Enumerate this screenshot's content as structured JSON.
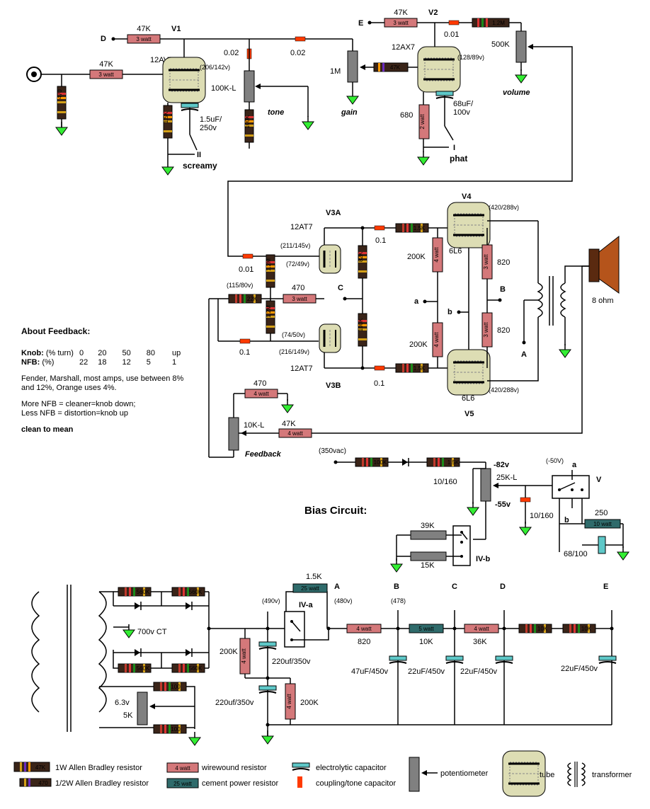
{
  "inputs": {
    "D": "D",
    "E": "E"
  },
  "tubes": {
    "V1": {
      "name": "V1",
      "type": "12AV7",
      "voltage": "(206/142v)"
    },
    "V2": {
      "name": "V2",
      "type": "12AX7",
      "voltage": "(128/89v)"
    },
    "V3A": {
      "name": "V3A",
      "type": "12AT7",
      "v1": "(211/145v)",
      "v2": "(72/49v)"
    },
    "V3B": {
      "name": "V3B",
      "type": "12AT7",
      "v1": "(74/50v)",
      "v2": "(216/149v)"
    },
    "V4": {
      "name": "V4",
      "type": "6L6",
      "voltage": "(420/288v)"
    },
    "V5": {
      "name": "V5",
      "type": "6L6",
      "voltage": "(420/288v)"
    }
  },
  "preamp": {
    "r_47k_d": "47K",
    "r_47k_d_tag": "3 watt",
    "r_47k_in": "47K",
    "r_47k_in_tag": "3 watt",
    "r_470": "470",
    "r_1_5k": "1.5K",
    "cap_15uf": "1.5uF/\n250v",
    "switch_ii": "II",
    "screamy": "screamy",
    "cap_002a": "0.02",
    "cap_002b": "0.02",
    "pot_100kl": "100K-L",
    "r_100k": "100K",
    "tone": "tone",
    "pot_1m": "1M",
    "gain": "gain",
    "r_47k_e": "47K",
    "r_47k_e_tag": "3 watt",
    "cap_001": "0.01",
    "r_1_2m": "1.2M",
    "pot_500k": "500K",
    "volume": "volume",
    "r_47k_small": "47K",
    "r_680": "680",
    "r_680_tag": "2 watt",
    "cap_68uf": "68uF/\n100v",
    "switch_i": "I",
    "phat": "phat"
  },
  "phase_inverter": {
    "cap_001": "0.01",
    "r_1_2m_a": "1.2M",
    "r_1_2m_b": "1.2M",
    "v115": "(115/80v)",
    "r_22k": "22K",
    "r_470": "470",
    "r_470_tag": "3 watt",
    "cap_01a": "0.1",
    "cap_01b": "0.1",
    "cap_01c": "0.1",
    "r_82k": "82K",
    "r_100k": "100K",
    "node_c": "C",
    "r_1_5k_a": "1.5K",
    "r_1_5k_b": "1.5K",
    "r_200k_a": "200K",
    "r_200k_b": "200K",
    "r_200k_tag": "4 watt",
    "node_a": "a",
    "node_b_lower": "b",
    "node_b_upper": "B",
    "r_820a": "820",
    "r_820b": "820",
    "r_820_tag": "3 watt",
    "node_A": "A",
    "speaker": "8 ohm"
  },
  "feedback": {
    "r_470": "470",
    "r_470_tag": "4 watt",
    "pot": "10K-L",
    "r_47k": "47K",
    "r_47k_tag": "4 watt",
    "label": "Feedback",
    "about_title": "About Feedback:",
    "knob_label": "Knob:",
    "knob_unit": "(% turn)",
    "nfb_label": "NFB:",
    "nfb_unit": "(%)",
    "knob_values": [
      "0",
      "20",
      "50",
      "80",
      "up"
    ],
    "nfb_values": [
      "22",
      "18",
      "12",
      "5",
      "1"
    ],
    "note1": "Fender, Marshall, most amps, use between 8% and 12%, Orange uses 4%.",
    "note2": "More  NFB = cleaner=knob down;",
    "note3": "Less NFB  = distortion=knob up",
    "note4": "clean to mean"
  },
  "bias": {
    "title": "Bias Circuit:",
    "vac": "(350vac)",
    "r_100k": "100K",
    "r_1_5k": "1.5K",
    "v82": "-82v",
    "v55": "-55v",
    "v50": "(-50V)",
    "cap_10_160a": "10/160",
    "cap_10_160b": "10/160",
    "pot": "25K-L",
    "sw_v": "V",
    "sw_a": "a",
    "sw_b": "b",
    "r_250": "250",
    "r_250_tag": "10 watt",
    "cap_68_100": "68/100",
    "r_39k": "39K",
    "r_15k": "15K",
    "sw_ivb": "IV-b"
  },
  "power": {
    "r_560k": "560K",
    "ct": "700v CT",
    "fil_v": "6.3v",
    "r_100": "100",
    "pot_5k": "5K",
    "v490": "(490v)",
    "v480": "(480v)",
    "v478": "(478)",
    "r_200k": "200K",
    "r_200k_tag": "4 watt",
    "cap_220_a": "220uf/350v",
    "cap_220_b": "220uf/350v",
    "r_1_5k": "1.5K",
    "r_1_5k_tag": "25 watt",
    "sw_iva": "IV-a",
    "nodes": [
      "A",
      "B",
      "C",
      "D",
      "E"
    ],
    "r_820": "820",
    "r_820_tag": "4 watt",
    "r_10k": "10K",
    "r_10k_tag": "5 watt",
    "r_36k": "36K",
    "r_36k_tag": "4 watt",
    "r_10k_b": "10K",
    "cap_47": "47uF/450v",
    "cap_22a": "22uF/450v",
    "cap_22b": "22uF/450v",
    "cap_22c": "22uF/450v"
  },
  "legend": {
    "r1w_tag": "47K",
    "r1w": "1W Allen Bradley resistor",
    "rhalf_tag": "470",
    "rhalf": "1/2W Allen Bradley resistor",
    "wire_tag": "4 watt",
    "wire": "wirewound resistor",
    "cem_tag": "25 watt",
    "cem": "cement power resistor",
    "elec": "electrolytic capacitor",
    "coup": "coupling/tone capacitor",
    "pot": "potentiometer",
    "tube": "tube",
    "xfmr": "transformer"
  },
  "colors": {
    "wirewound": "#d4787a",
    "cement": "#2f6b6b",
    "tube": "#ddddb4",
    "cap_elec": "#5ec8c8",
    "cap_coup": "#ff3a00",
    "ground": "#33ee33",
    "pot": "#808080"
  }
}
